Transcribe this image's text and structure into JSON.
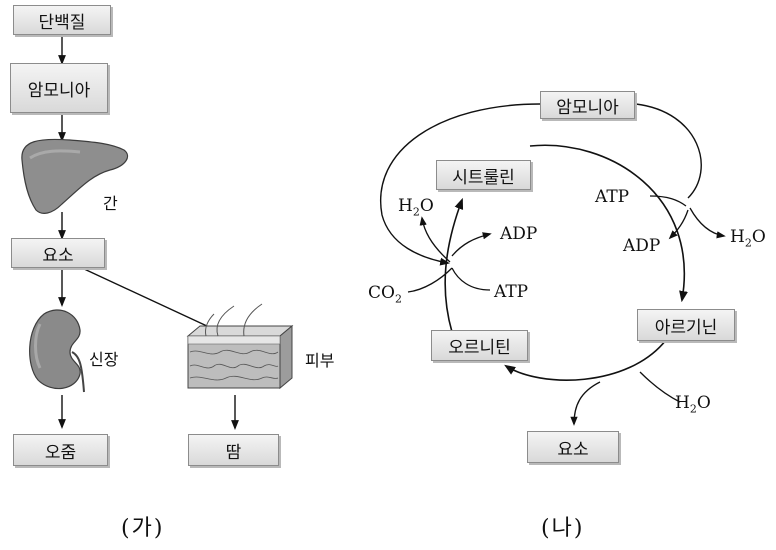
{
  "left": {
    "boxes": {
      "protein": "단백질",
      "ammonia": "암모니아",
      "urea": "요소",
      "urine": "오줌",
      "sweat": "땀"
    },
    "organs": {
      "liver": "간",
      "kidney": "신장",
      "skin": "피부"
    },
    "panel_label": "(가)"
  },
  "right": {
    "boxes": {
      "ammonia": "암모니아",
      "citrulline": "시트룰린",
      "arginine": "아르기닌",
      "ornithine": "오르니틴",
      "urea": "요소"
    },
    "molecules": {
      "h2o_a_main": "H",
      "h2o_a_sub": "2",
      "h2o_a_end": "O",
      "adp_a": "ADP",
      "co2_main": "CO",
      "co2_sub": "2",
      "atp_a": "ATP",
      "atp_b": "ATP",
      "adp_b": "ADP",
      "h2o_b_main": "H",
      "h2o_b_sub": "2",
      "h2o_b_end": "O",
      "h2o_c_main": "H",
      "h2o_c_sub": "2",
      "h2o_c_end": "O"
    },
    "panel_label": "(나)"
  }
}
